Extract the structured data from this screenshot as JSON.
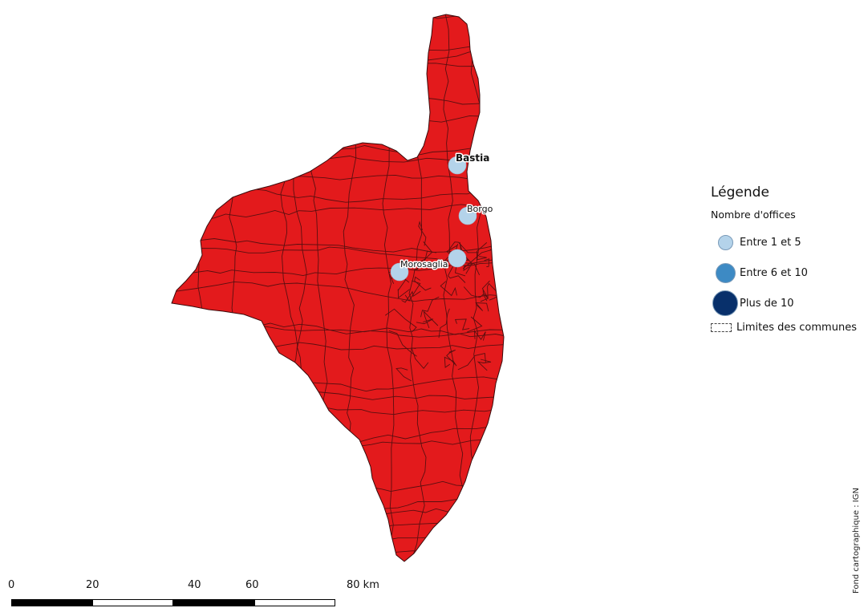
{
  "map": {
    "region_fill": "#e31a1c",
    "border_color": "#5a0f10",
    "places": [
      {
        "name": "Bastia",
        "bold": true,
        "class": "Entre 1 et 5"
      },
      {
        "name": "Borgo",
        "bold": false,
        "class": "Entre 1 et 5"
      },
      {
        "name": "",
        "bold": false,
        "class": "Entre 1 et 5"
      },
      {
        "name": "Morosaglia",
        "bold": false,
        "class": "Entre 1 et 5"
      }
    ]
  },
  "legend": {
    "title": "Légende",
    "subtitle": "Nombre d'offices",
    "classes": [
      {
        "label": "Entre 1 et 5",
        "color": "#b4d3ea"
      },
      {
        "label": "Entre 6 et 10",
        "color": "#3d8ac4"
      },
      {
        "label": "Plus de 10",
        "color": "#08306b"
      }
    ],
    "boundary_label": "Limites des communes"
  },
  "scalebar": {
    "ticks": [
      "0",
      "20",
      "40",
      "60",
      "80 km"
    ]
  },
  "credit": "Fond cartographique : IGN"
}
